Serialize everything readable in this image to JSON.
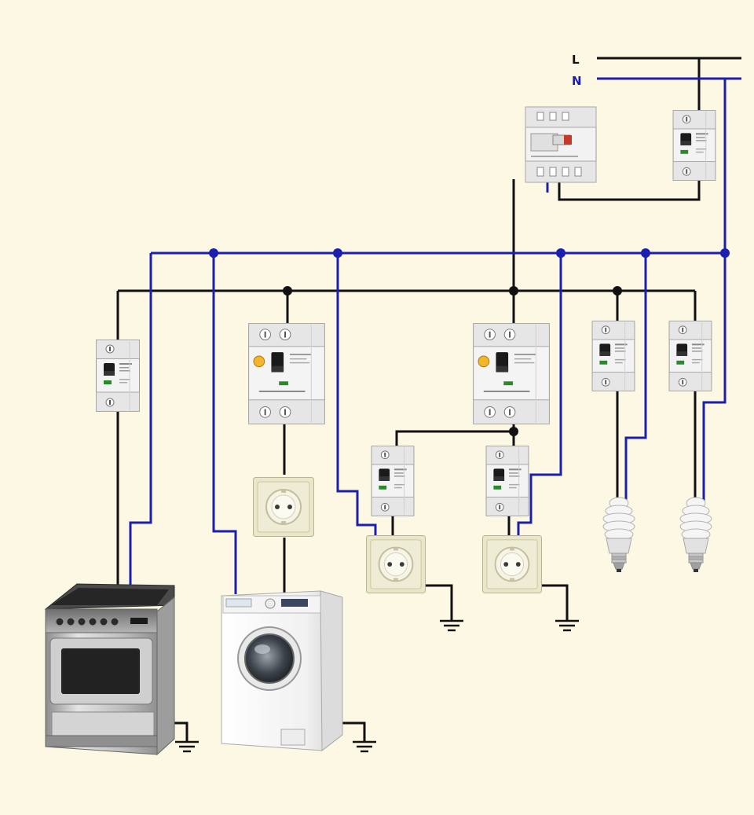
{
  "diagram": {
    "line_labels": {
      "phase": "L",
      "neutral": "N"
    },
    "colors": {
      "background": "#fcf8e4",
      "phase_wire": "#111111",
      "neutral_wire": "#1b1fb0",
      "breaker_body": "#f2f2f2",
      "breaker_handle": "#1a1a1a",
      "rcd_test_button": "#f2b52c",
      "socket_frame": "#e9e6c9",
      "bulb": "#f4f4f4",
      "bulb_base": "#b9b9b9"
    },
    "devices": [
      {
        "id": "meter",
        "kind": "energy-meter-icon"
      },
      {
        "id": "main-breaker",
        "kind": "circuit-breaker-icon"
      },
      {
        "id": "breaker-stove",
        "kind": "circuit-breaker-icon"
      },
      {
        "id": "rcd-washer",
        "kind": "rcd-icon"
      },
      {
        "id": "rcd-sockets",
        "kind": "rcd-icon"
      },
      {
        "id": "breaker-socket-1",
        "kind": "circuit-breaker-icon"
      },
      {
        "id": "breaker-socket-2",
        "kind": "circuit-breaker-icon"
      },
      {
        "id": "breaker-light-1",
        "kind": "circuit-breaker-icon"
      },
      {
        "id": "breaker-light-2",
        "kind": "circuit-breaker-icon"
      },
      {
        "id": "socket-washer",
        "kind": "power-socket-icon"
      },
      {
        "id": "socket-1",
        "kind": "power-socket-icon"
      },
      {
        "id": "socket-2",
        "kind": "power-socket-icon"
      },
      {
        "id": "bulb-1",
        "kind": "cfl-bulb-icon"
      },
      {
        "id": "bulb-2",
        "kind": "cfl-bulb-icon"
      },
      {
        "id": "stove",
        "kind": "electric-stove-icon"
      },
      {
        "id": "washing-machine",
        "kind": "washing-machine-icon"
      },
      {
        "id": "ground",
        "kind": "ground-symbol-icon"
      }
    ]
  }
}
